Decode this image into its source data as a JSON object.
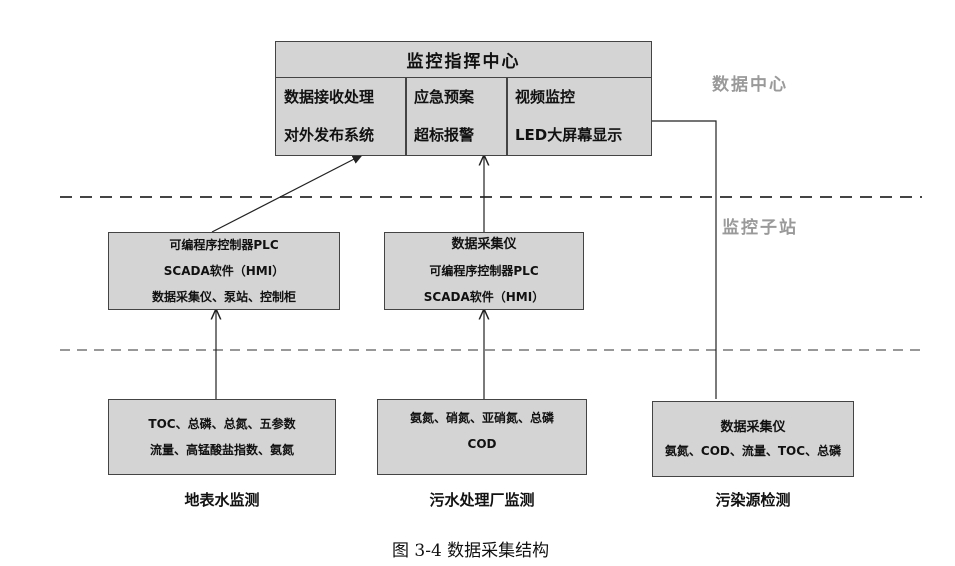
{
  "center": {
    "title": "监控指挥中心",
    "cells": [
      "数据接收处理",
      "应急预案",
      "视频监控",
      "对外发布系统",
      "超标报警",
      "LED大屏幕显示"
    ]
  },
  "zones": {
    "data_center": "数据中心",
    "monitor_substation": "监控子站"
  },
  "substations": {
    "left": [
      "可编程序控制器PLC",
      "SCADA软件（HMI）",
      "数据采集仪、泵站、控制柜"
    ],
    "middle": [
      "数据采集仪",
      "可编程序控制器PLC",
      "SCADA软件（HMI）"
    ]
  },
  "sites": {
    "surface": {
      "lines": [
        "TOC、总磷、总氮、五参数",
        "流量、高锰酸盐指数、氨氮"
      ],
      "label": "地表水监测"
    },
    "sewage": {
      "lines": [
        "氨氮、硝氮、亚硝氮、总磷",
        "COD"
      ],
      "label": "污水处理厂监测"
    },
    "pollution": {
      "lines": [
        "数据采集仪",
        "氨氮、COD、流量、TOC、总磷"
      ],
      "label": "污染源检测"
    }
  },
  "caption": "图 3-4  数据采集结构"
}
